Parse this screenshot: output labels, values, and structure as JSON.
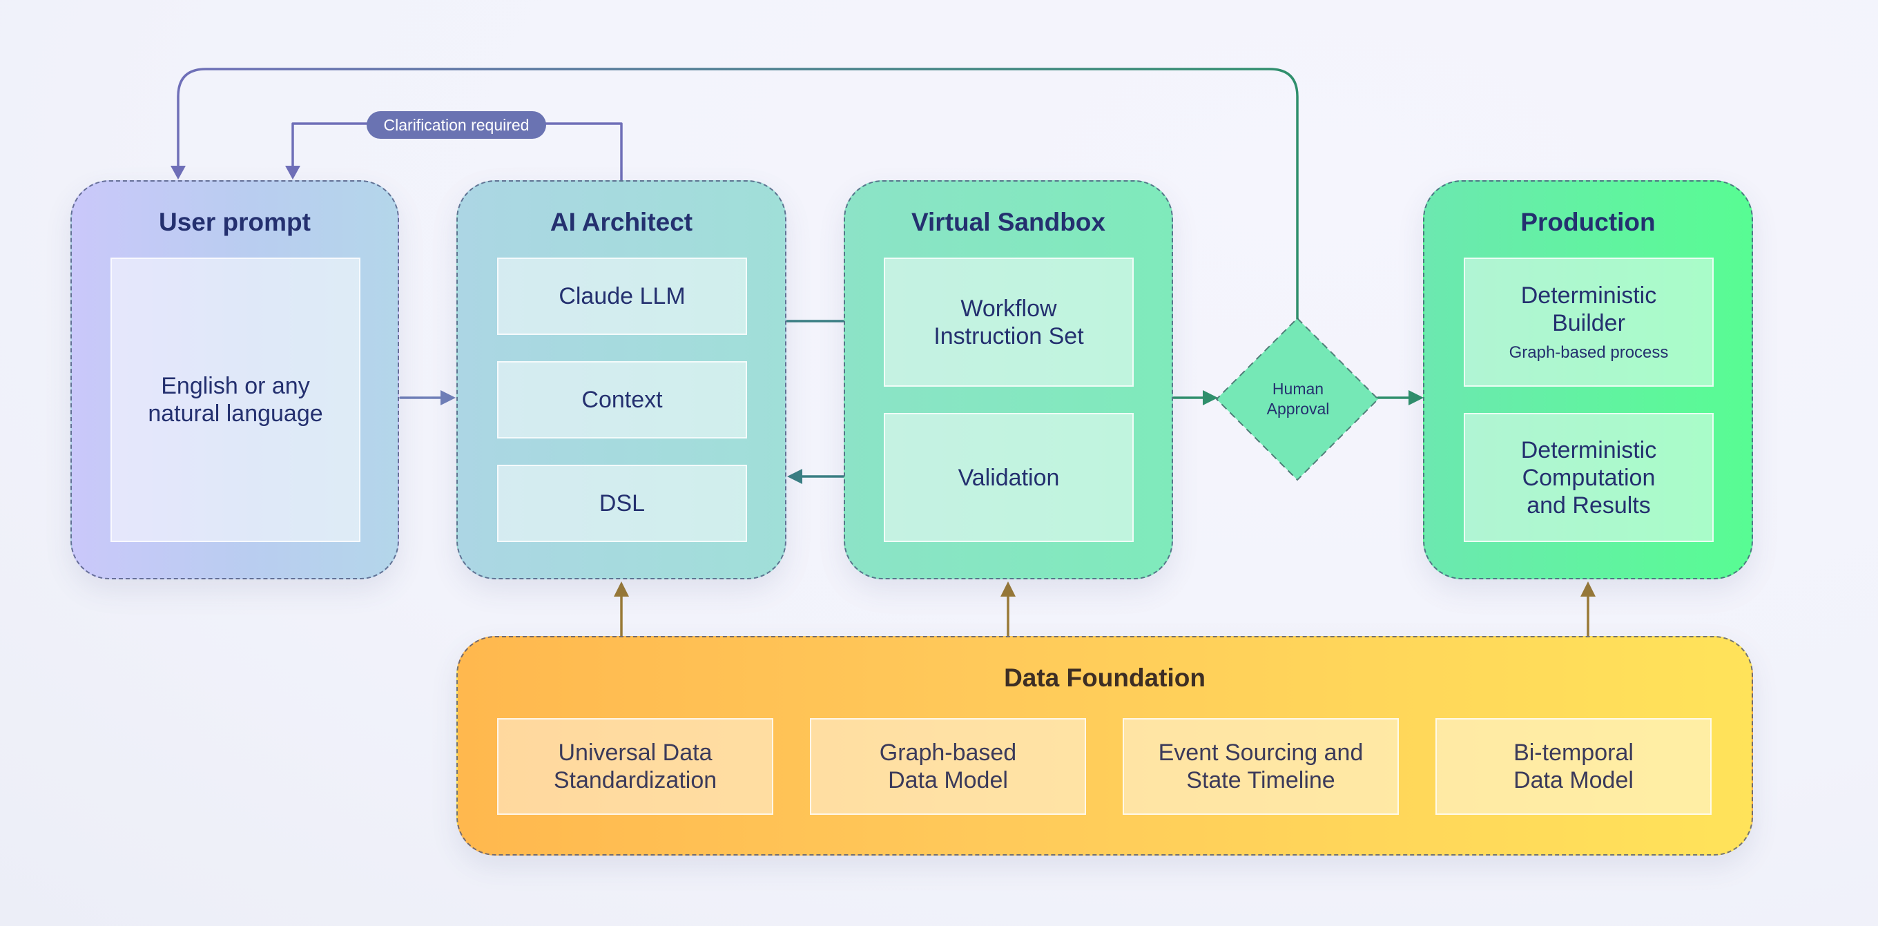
{
  "user_prompt": {
    "title": "User prompt",
    "body": "English or any\nnatural language"
  },
  "ai_architect": {
    "title": "AI Architect",
    "items": [
      "Claude LLM",
      "Context",
      "DSL"
    ]
  },
  "virtual_sandbox": {
    "title": "Virtual Sandbox",
    "workflow": "Workflow\nInstruction Set",
    "validation": "Validation"
  },
  "human_approval": "Human\nApproval",
  "production": {
    "title": "Production",
    "builder": "Deterministic\nBuilder",
    "builder_note": "Graph-based process",
    "computation": "Deterministic\nComputation\nand Results"
  },
  "data_foundation": {
    "title": "Data Foundation",
    "items": [
      "Universal Data\nStandardization",
      "Graph-based\nData Model",
      "Event Sourcing and\nState Timeline",
      "Bi-temporal\nData Model"
    ]
  },
  "clarification_label": "Clarification required",
  "colors": {
    "loop_arrow": "#6f6fb8",
    "teal_arrow": "#3a7f84",
    "green_arrow": "#2f8f6c",
    "brown_arrow": "#9a7a36",
    "pill": "#6a73b2",
    "title_text": "#24306f"
  }
}
